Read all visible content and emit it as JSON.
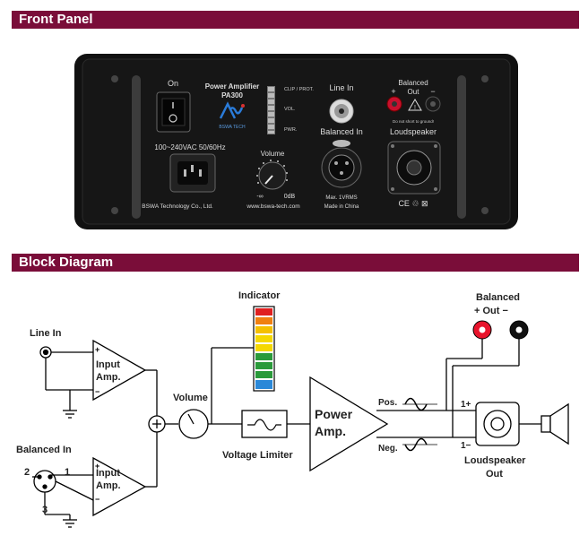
{
  "sections": {
    "front_panel_title": "Front Panel",
    "block_diagram_title": "Block Diagram"
  },
  "front_panel": {
    "power_label": "On",
    "model_title": "Power Amplifier",
    "model_number": "PA300",
    "brand": "BSWA TECH",
    "meter_labels": [
      "CLIP / PROT.",
      "VOL.",
      "PWR."
    ],
    "line_in_label": "Line In",
    "balanced_in_label": "Balanced In",
    "balanced_out_label": "Balanced",
    "out_label": "Out",
    "plus": "+",
    "minus": "−",
    "warning": "Do not short to ground!",
    "loudspeaker_label": "Loudspeaker",
    "mains_label": "100~240VAC 50/60Hz",
    "volume_label": "Volume",
    "vol_min": "-∞",
    "vol_max": "0dB",
    "max_input": "Max. 1VRMS",
    "made_in": "Made in China",
    "company": "BSWA Technology Co., Ltd.",
    "website": "www.bswa-tech.com",
    "cert": "CE ♲ ⊠"
  },
  "block_diagram": {
    "line_in": "Line In",
    "balanced_in": "Balanced In",
    "input_amp_1": [
      "Input",
      "Amp."
    ],
    "input_amp_2": [
      "Input",
      "Amp."
    ],
    "xlr_pins": [
      "2",
      "1",
      "3"
    ],
    "volume": "Volume",
    "indicator": "Indicator",
    "voltage_limiter": "Voltage Limiter",
    "power_amp": [
      "Power",
      "Amp."
    ],
    "pos": "Pos.",
    "neg": "Neg.",
    "balanced_out": "Balanced",
    "out": "+ Out −",
    "one_plus": "1+",
    "one_minus": "1−",
    "loudspeaker_out": [
      "Loudspeaker",
      "Out"
    ]
  }
}
